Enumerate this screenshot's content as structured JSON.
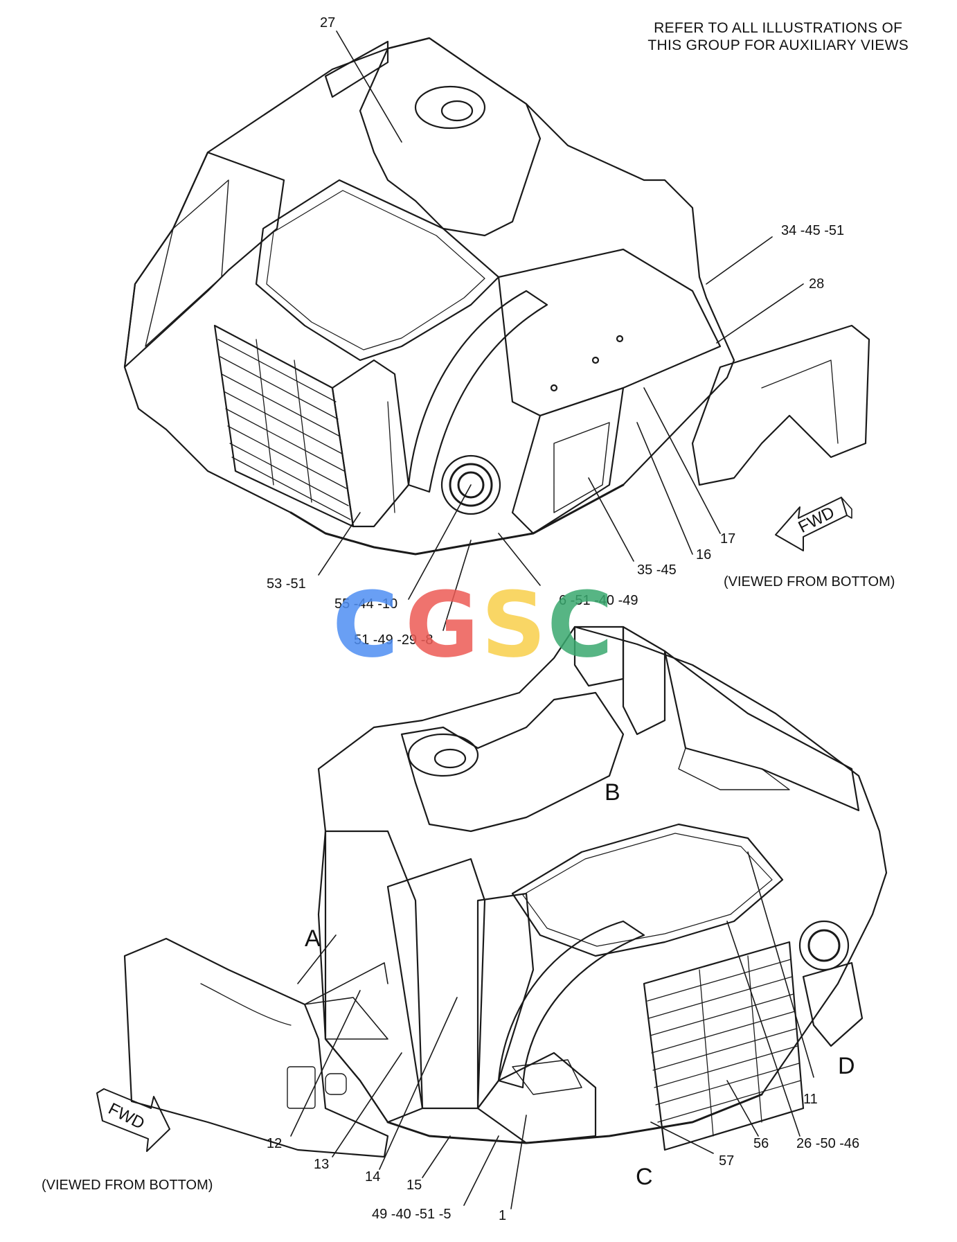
{
  "note": {
    "line1": "REFER TO ALL ILLUSTRATIONS OF",
    "line2": "THIS GROUP FOR AUXILIARY VIEWS"
  },
  "top_view": {
    "caption": "(VIEWED FROM BOTTOM)",
    "fwd": "FWD",
    "callouts": {
      "c27": "27",
      "c34": "34 -45 -51",
      "c28": "28",
      "c17": "17",
      "c16": "16",
      "c35": "35 -45",
      "c6": "6 -51 -40 -49",
      "c55": "55 -44 -10",
      "c53": "53 -51",
      "c51": "51 -49 -29 -8"
    }
  },
  "bottom_view": {
    "caption": "(VIEWED FROM BOTTOM)",
    "fwd": "FWD",
    "letters": {
      "a": "A",
      "b": "B",
      "c": "C",
      "d": "D"
    },
    "callouts": {
      "c12": "12",
      "c13": "13",
      "c14": "14",
      "c15": "15",
      "c49": "49 -40 -51 -5",
      "c1": "1",
      "c57": "57",
      "c56": "56",
      "c26": "26 -50 -46",
      "c11": "11"
    }
  },
  "watermark": {
    "letters": [
      "C",
      "G",
      "S",
      "C"
    ],
    "colors": [
      "#4f8ef2",
      "#ec5a55",
      "#f8cf4a",
      "#3aa86e"
    ]
  }
}
